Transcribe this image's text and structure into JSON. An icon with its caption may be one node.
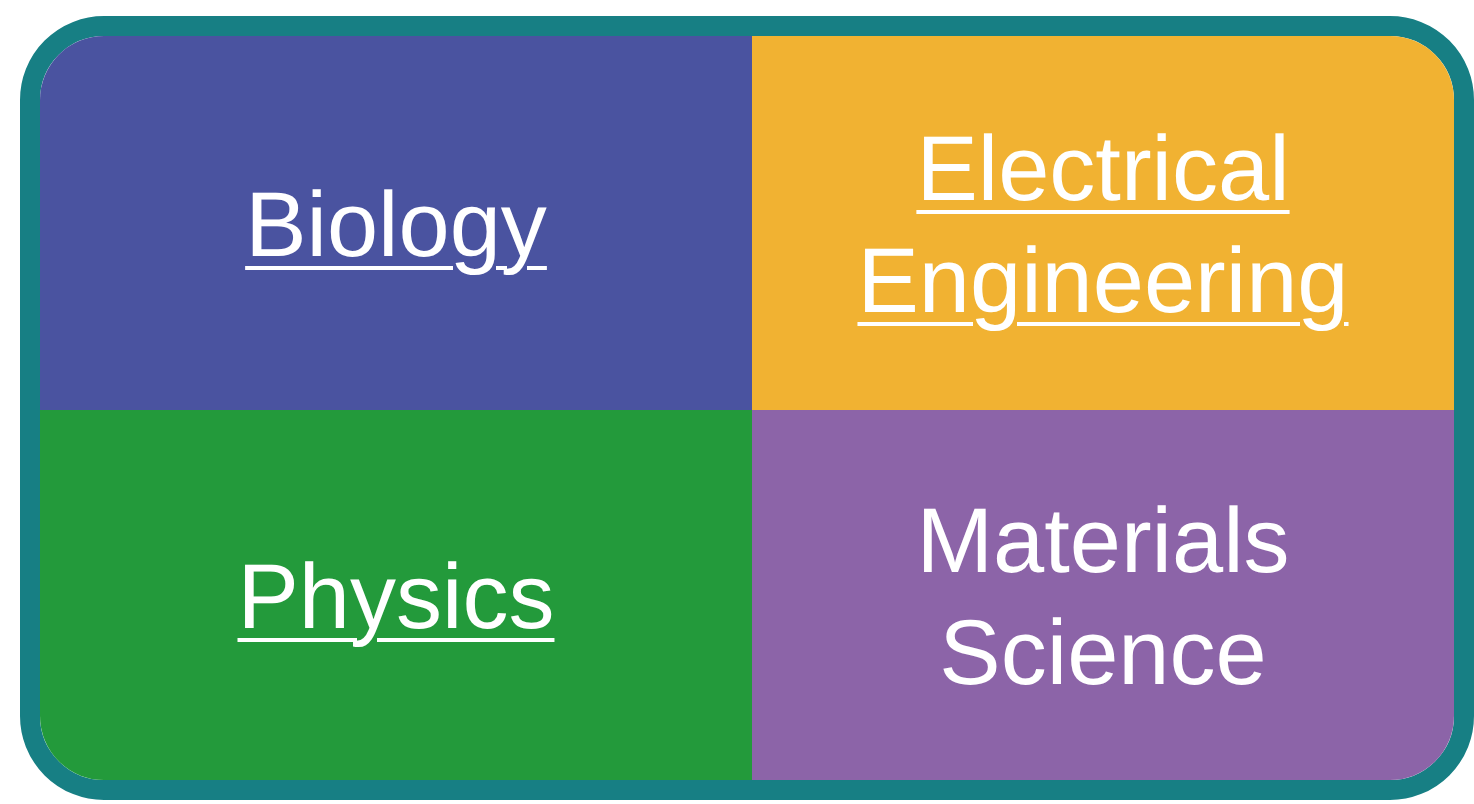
{
  "diagram": {
    "nodes": [
      {
        "text": [],
        "shape": "box"
      },
      {
        "text": [
          "Biology"
        ],
        "in": 0
      },
      {
        "text": [
          "Electrical Engineering"
        ],
        "in": 0
      },
      {
        "text": [
          "Physics"
        ],
        "in": 0
      },
      {
        "text": [
          "Materials Science"
        ],
        "in": 0
      }
    ]
  }
}
